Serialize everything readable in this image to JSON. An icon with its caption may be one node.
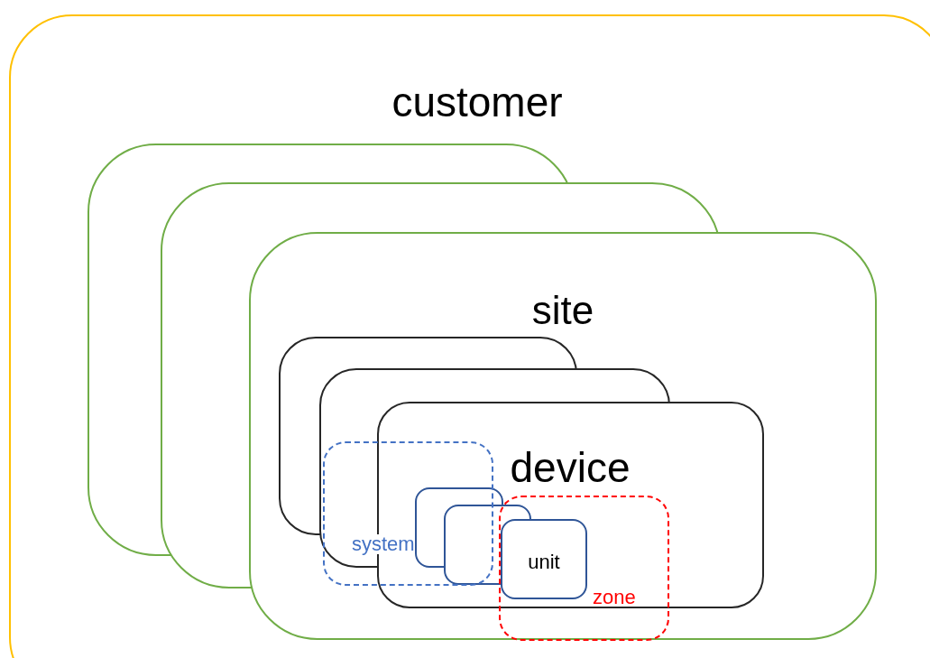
{
  "diagram": {
    "nodes": [
      {
        "text": [
          "customer"
        ]
      },
      {
        "text": [
          "site"
        ],
        "in": 0
      },
      {
        "text": [
          "device"
        ],
        "in": 1
      },
      {
        "text": [
          "system"
        ],
        "in": 1
      },
      {
        "text": [
          "unit"
        ],
        "in": 2
      },
      {
        "text": [
          "zone"
        ],
        "in": 1
      }
    ]
  }
}
